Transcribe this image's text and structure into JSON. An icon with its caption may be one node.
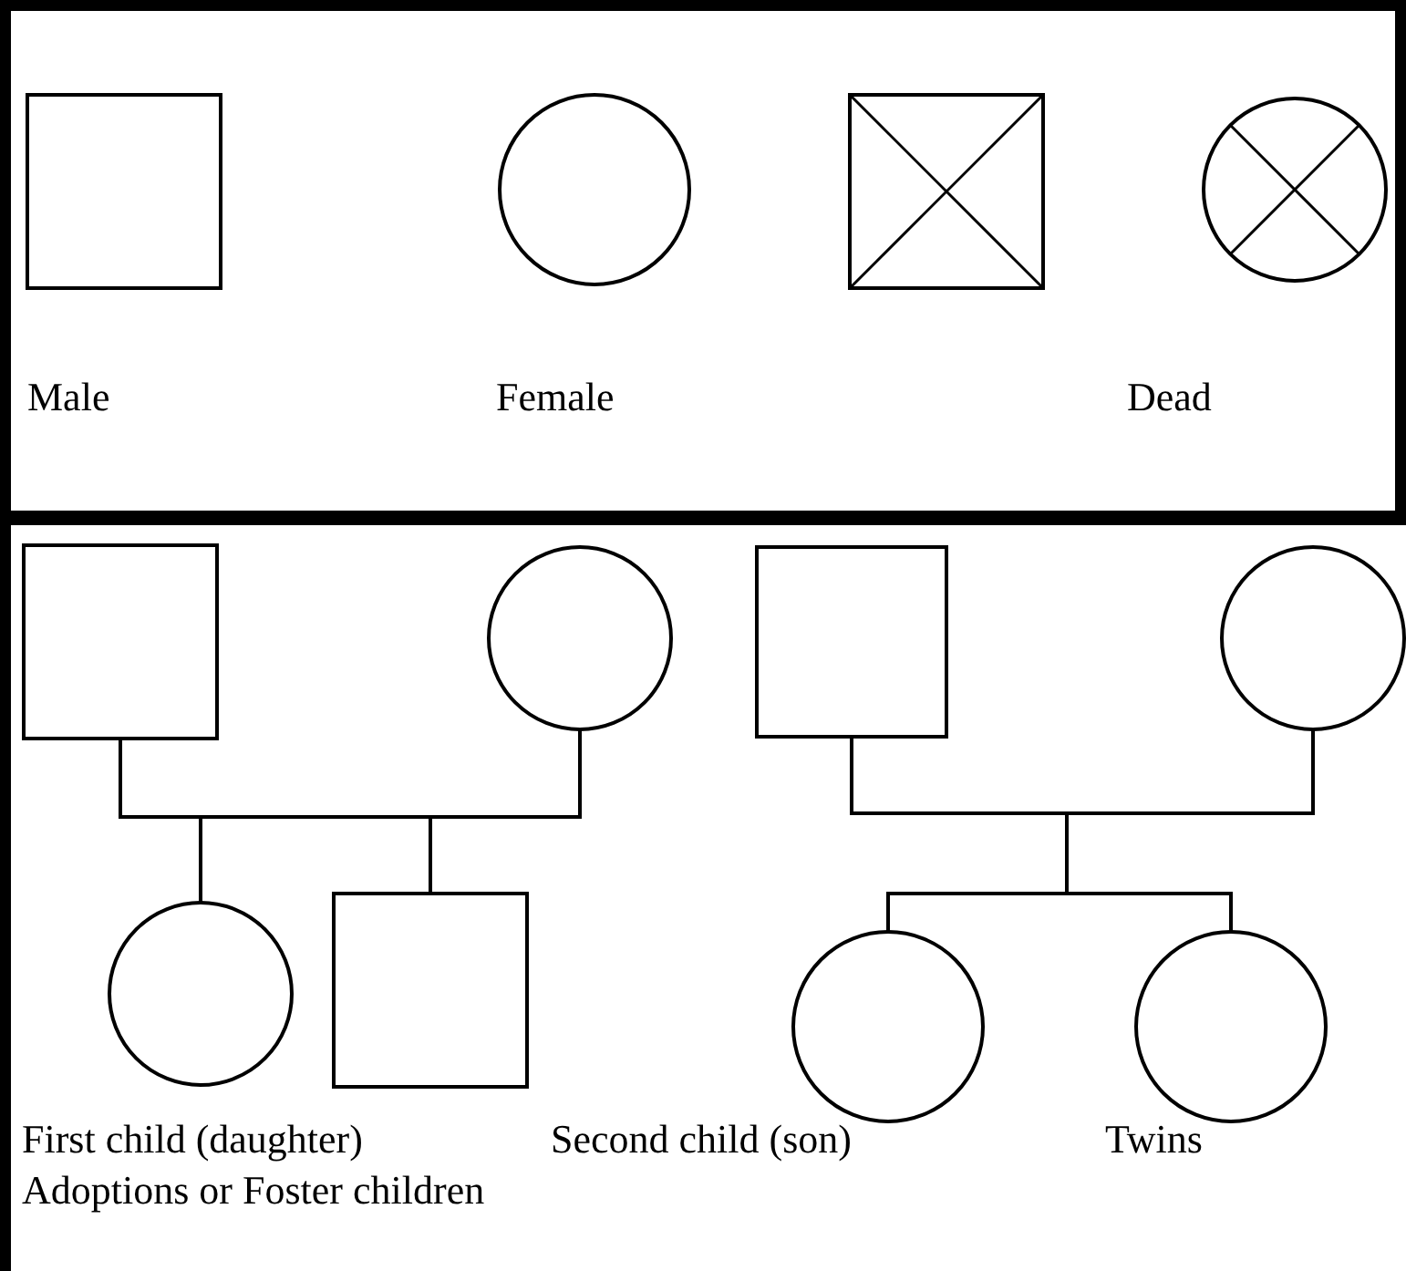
{
  "diagram": {
    "nodes": [
      {
        "text": [],
        "shape": "box"
      },
      {
        "text": [],
        "shape": "circle"
      },
      {
        "text": [],
        "shape": "box"
      },
      {
        "text": [],
        "shape": "circle"
      },
      {
        "text": [],
        "shape": "box"
      },
      {
        "text": [],
        "shape": "circle"
      },
      {
        "text": [],
        "shape": "box"
      },
      {
        "text": [],
        "shape": "circle"
      },
      {
        "text": [],
        "shape": "circle"
      },
      {
        "text": [],
        "shape": "box"
      },
      {
        "text": [],
        "shape": "circle"
      },
      {
        "text": [],
        "shape": "circle"
      }
    ],
    "edges": [
      {
        "from": 4,
        "to": 5,
        "arrow": "none"
      },
      {
        "from": 4,
        "to": 8,
        "arrow": "none"
      },
      {
        "from": 5,
        "to": 8,
        "arrow": "none"
      },
      {
        "from": 4,
        "to": 9,
        "arrow": "none"
      },
      {
        "from": 5,
        "to": 9,
        "arrow": "none"
      },
      {
        "from": 6,
        "to": 7,
        "arrow": "none"
      },
      {
        "from": 6,
        "to": 10,
        "arrow": "none"
      },
      {
        "from": 7,
        "to": 10,
        "arrow": "none"
      },
      {
        "from": 6,
        "to": 11,
        "arrow": "none"
      },
      {
        "from": 7,
        "to": 11,
        "arrow": "none"
      }
    ],
    "labels": [
      "Male",
      "Female",
      "Dead",
      "First child (daughter)",
      "Second child (son)",
      "Twins",
      "Adoptions or Foster children"
    ]
  }
}
